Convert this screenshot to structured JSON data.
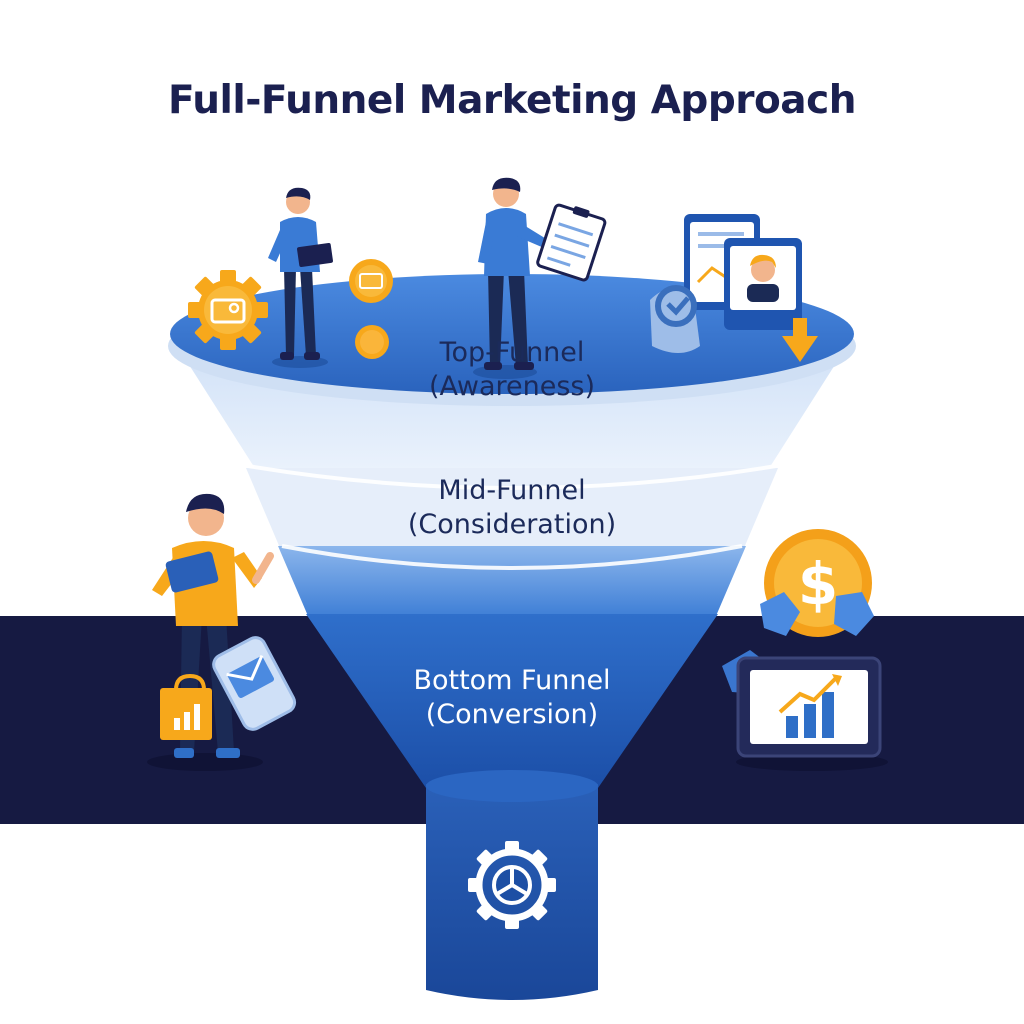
{
  "title": "Full-Funnel Marketing Approach",
  "stages": [
    {
      "name": "Top-Funnel",
      "detail": "(Awareness)"
    },
    {
      "name": "Mid-Funnel",
      "detail": "(Consideration)"
    },
    {
      "name": "Bottom Funnel",
      "detail": "(Conversion)"
    }
  ],
  "colors": {
    "title": "#1b2050",
    "navy_band": "#161a42",
    "funnel_top": "#2f6fc7",
    "funnel_light": "#e4eefb",
    "funnel_bottom": "#1f55b0",
    "accent_orange": "#f7a81b"
  },
  "icons": [
    "gear-icon",
    "coin-icon",
    "dollar-coin-icon",
    "chart-monitor-icon",
    "shopping-bag-icon",
    "email-phone-icon",
    "clipboard-icon",
    "laptop-icon",
    "profile-card-icon",
    "download-arrow-icon",
    "settings-gear-icon"
  ]
}
